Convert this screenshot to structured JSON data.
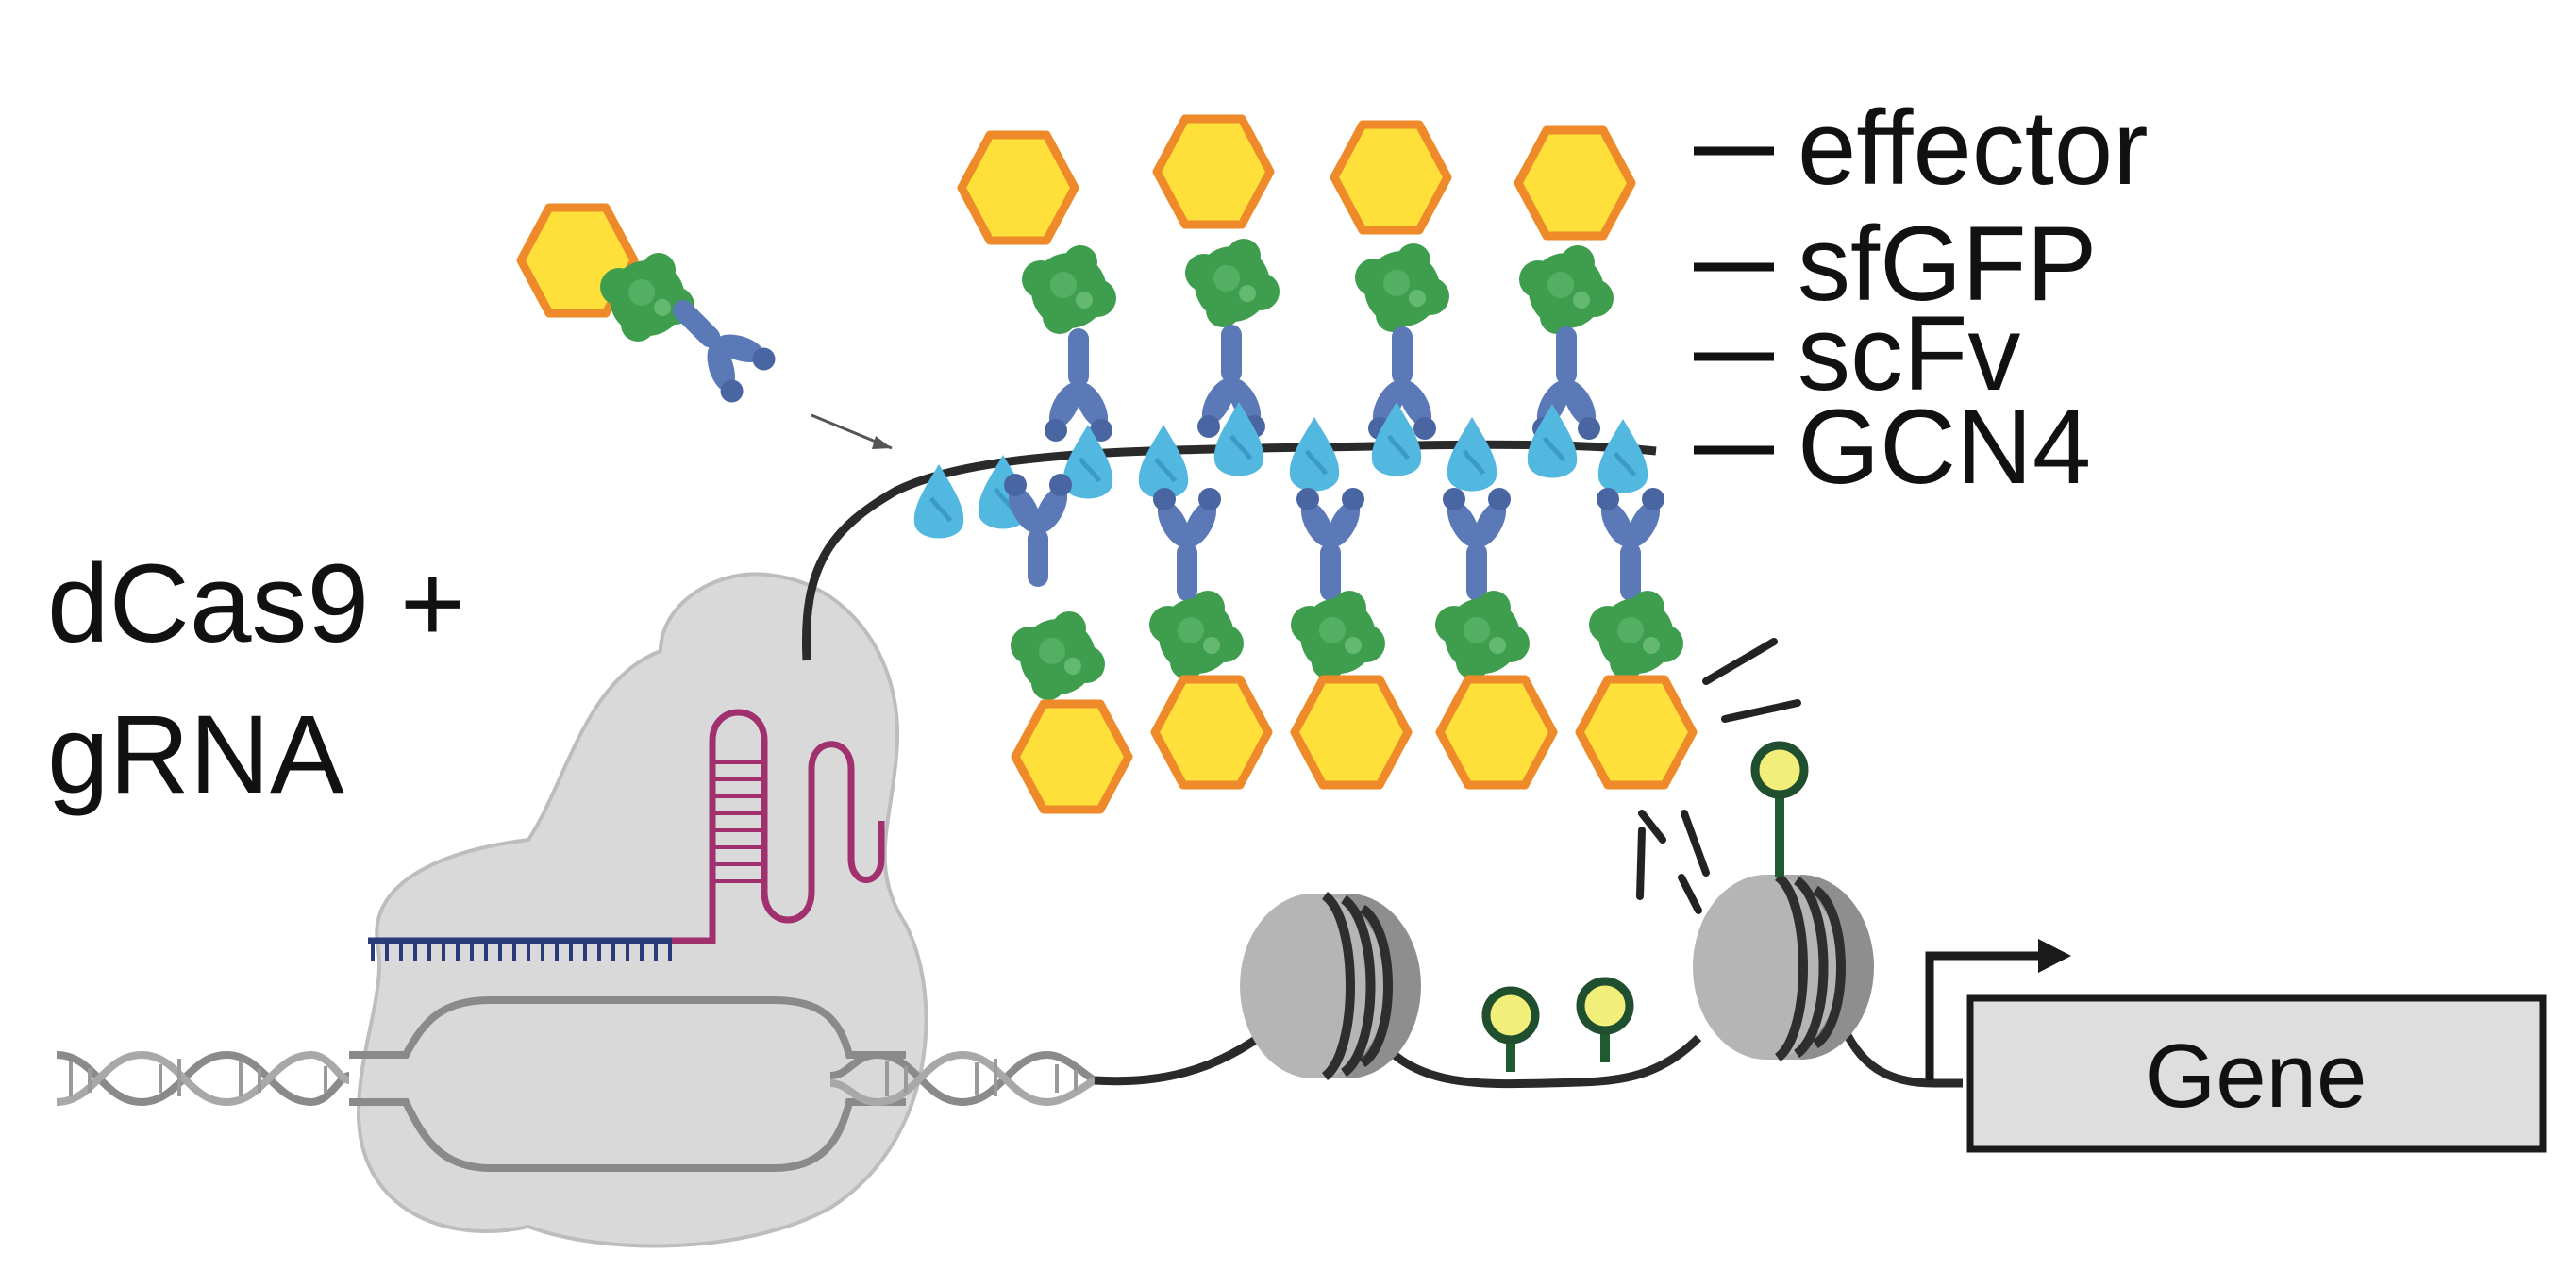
{
  "labels": {
    "dcas9_line1": "dCas9 +",
    "dcas9_line2": "gRNA",
    "gene": "Gene"
  },
  "legend": [
    {
      "key": "effector",
      "label": "effector"
    },
    {
      "key": "sfgfp",
      "label": "sfGFP"
    },
    {
      "key": "scfv",
      "label": "scFv"
    },
    {
      "key": "gcn4",
      "label": "GCN4"
    }
  ],
  "colors": {
    "effector_fill": "#FFE03A",
    "effector_stroke": "#EE8A2A",
    "sfgfp": "#3E9E4E",
    "scfv": "#5B79B6",
    "gcn4": "#52B8E0",
    "dcas9_body": "#D9D9D9",
    "grna": "#A0306E",
    "dna": "#8A8A8A",
    "nucleosome": "#A9A9A9",
    "mark_fill": "#F1EE7A",
    "mark_stroke": "#1F4F2E",
    "tether": "#2A2A2A"
  },
  "icons": {
    "effector": "hexagon-icon",
    "sfgfp": "gfp-blob-icon",
    "scfv": "antibody-icon",
    "gcn4": "peptide-drop-icon",
    "nucleosome": "nucleosome-icon",
    "histone_mark": "lollipop-mark-icon",
    "promoter": "bent-arrow-icon"
  }
}
